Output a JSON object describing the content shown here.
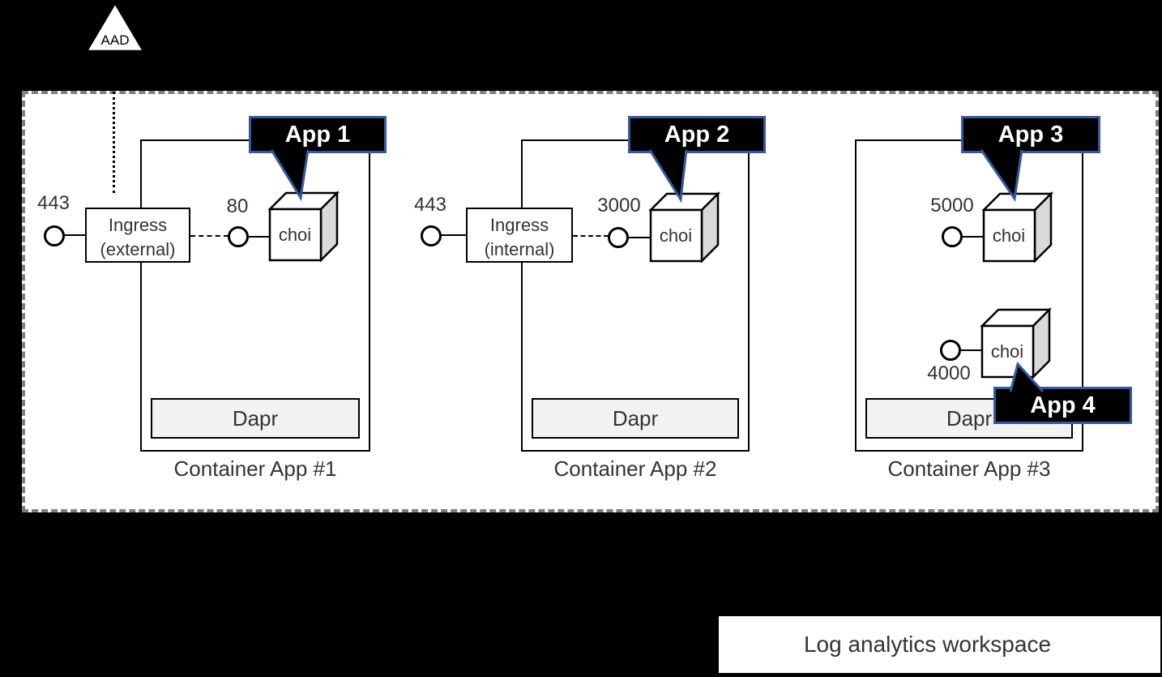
{
  "colors": {
    "background": "#000000",
    "environment_fill": "#ffffff",
    "environment_border": "#7f7f7f",
    "callout_fill": "#000000",
    "callout_border": "#35599e",
    "callout_text": "#ffffff",
    "cube_side": "#d9d9d9",
    "dapr_fill": "#f2f2f2",
    "text": "#333333"
  },
  "aad": {
    "label": "AAD"
  },
  "containers": [
    {
      "label": "Container App #1",
      "external_port": "443",
      "ingress_line1": "Ingress",
      "ingress_line2": "(external)",
      "dapr_label": "Dapr",
      "apps": [
        {
          "name": "App 1",
          "port": "80",
          "cube_label": "choi"
        }
      ]
    },
    {
      "label": "Container App #2",
      "external_port": "443",
      "ingress_line1": "Ingress",
      "ingress_line2": "(internal)",
      "dapr_label": "Dapr",
      "apps": [
        {
          "name": "App 2",
          "port": "3000",
          "cube_label": "choi"
        }
      ]
    },
    {
      "label": "Container App #3",
      "dapr_label": "Dapr",
      "apps": [
        {
          "name": "App 3",
          "port": "5000",
          "cube_label": "choi"
        },
        {
          "name": "App 4",
          "port": "4000",
          "cube_label": "choi"
        }
      ]
    }
  ],
  "log_analytics": {
    "label": "Log analytics workspace"
  }
}
